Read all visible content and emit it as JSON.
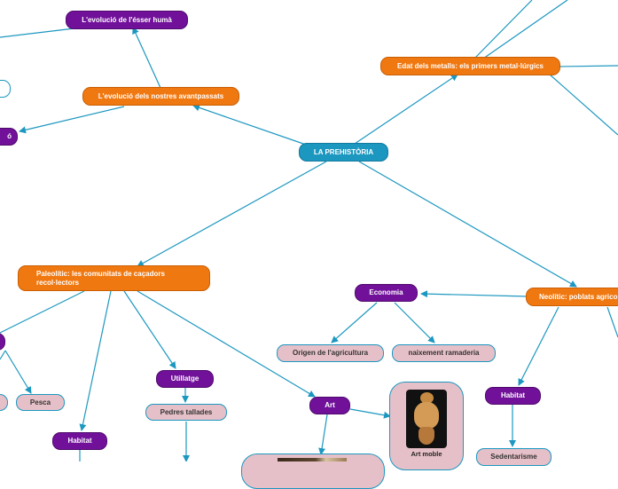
{
  "nodes": {
    "root": "LA PREHISTÒRIA",
    "evolucio_esser_huma": "L'evolució de l'ésser humà",
    "evolucio_avantpassats": "L'evolució dels nostres avantpassats",
    "edat_metalls": "Edat dels metalls: els primers metal·lúrgics",
    "left_purple_partial": "ó",
    "paleolitic": "Paleolític: les comunitats de caçadors recol·lectors",
    "neolitic": "Neolític: poblats agrico",
    "economia": "Economia",
    "origen_agricultura": "Origen de l'agricultura",
    "naixement_ramaderia": "naixement ramaderia",
    "utillatge": "Utillatge",
    "pedres_tallades": "Pedres tallades",
    "pesca": "Pesca",
    "habitat_paleolitic": "Habitat",
    "art": "Art",
    "art_moble": "Art moble",
    "habitat_neolitic": "Habitat",
    "sedentarisme": "Sedentarisme"
  },
  "colors": {
    "root": "#1c97c0",
    "orange": "#f07810",
    "purple": "#71119a",
    "pink": "#e6c0c8",
    "connector": "#1c97c0"
  }
}
